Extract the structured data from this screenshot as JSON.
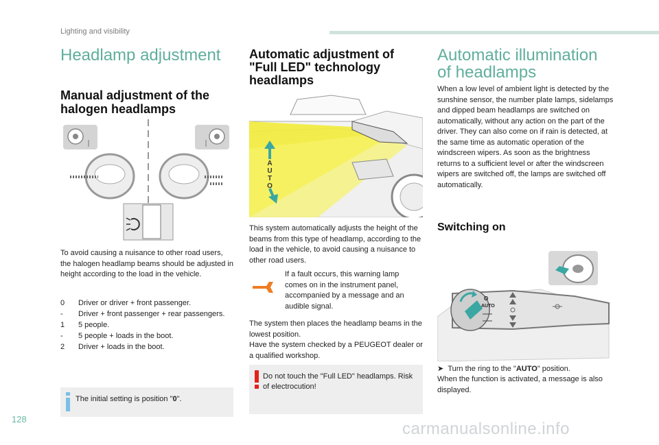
{
  "header": {
    "section": "Lighting and visibility"
  },
  "page_number": "128",
  "watermark": "carmanualsonline.info",
  "col1": {
    "title": "Headlamp adjustment",
    "subtitle": "Manual adjustment of the halogen headlamps",
    "body": "To avoid causing a nuisance to other road users, the halogen headlamp beams should be adjusted in height according to the load in the vehicle.",
    "list": [
      {
        "key": "0",
        "text": "Driver or driver + front passenger."
      },
      {
        "key": "-",
        "text": "Driver + front passenger + rear passengers."
      },
      {
        "key": "1",
        "text": "5 people."
      },
      {
        "key": "-",
        "text": "5 people + loads in the boot."
      },
      {
        "key": "2",
        "text": "Driver + loads in the boot."
      }
    ],
    "note_prefix": "The initial setting is position \"",
    "note_value": "0",
    "note_suffix": "\"."
  },
  "col2": {
    "title": "Automatic adjustment of \"Full LED\" technology headlamps",
    "auto_letters": [
      "A",
      "U",
      "T",
      "O"
    ],
    "body": "This system automatically adjusts the height of the beams from this type of headlamp, according to the load in the vehicle, to avoid causing a nuisance to other road users.",
    "fault": "If a fault occurs, this warning lamp comes on in the instrument panel, accompanied by a message and an audible signal.",
    "after": "The system then places the headlamp beams in the lowest position.\nHave the system checked by a PEUGEOT dealer or a qualified workshop.",
    "warning": "Do not touch the \"Full LED\" headlamps. Risk of electrocution!"
  },
  "col3": {
    "title": "Automatic illumination of headlamps",
    "body": "When a low level of ambient light is detected by the sunshine sensor, the number plate lamps, sidelamps and dipped beam headlamps are switched on automatically, without any action on the part of the driver. They can also come on if rain is detected, at the same time as automatic operation of the windscreen wipers. As soon as the brightness returns to a sufficient level or after the windscreen wipers are switched off, the lamps are switched off automatically.",
    "subtitle": "Switching on",
    "ring_labels": {
      "o": "O",
      "auto": "AUTO"
    },
    "step_prefix": "Turn the ring to the \"",
    "step_value": "AUTO",
    "step_suffix": "\" position.",
    "step_after": "When the function is activated, a message is also displayed."
  },
  "colors": {
    "accent": "#5fae9c",
    "warning_orange": "#ee7d22",
    "warning_red": "#e2231a",
    "beam_yellow": "#f2ec3a"
  }
}
